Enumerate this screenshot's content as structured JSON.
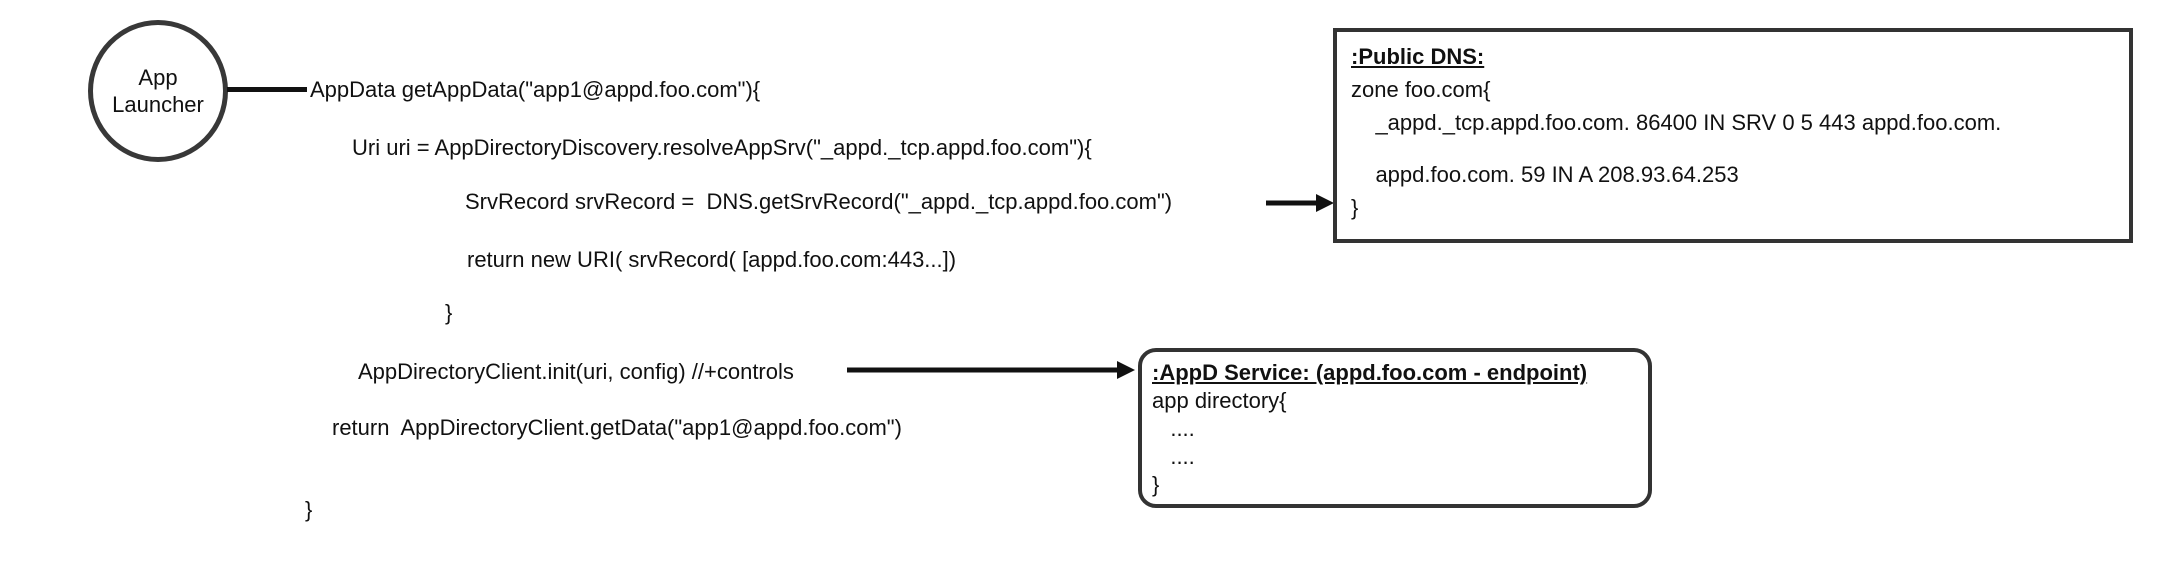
{
  "diagram": {
    "launcher": {
      "label": "App\nLauncher"
    },
    "code": {
      "lines": [
        "AppData getAppData(\"app1@appd.foo.com\"){",
        "Uri uri = AppDirectoryDiscovery.resolveAppSrv(\"_appd._tcp.appd.foo.com\"){",
        "SrvRecord srvRecord =  DNS.getSrvRecord(\"_appd._tcp.appd.foo.com\")",
        "return new URI( srvRecord( [appd.foo.com:443...])",
        "}",
        "AppDirectoryClient.init(uri, config) //+controls",
        "return  AppDirectoryClient.getData(\"app1@appd.foo.com\")",
        "}"
      ]
    },
    "public_dns_box": {
      "title": ":Public DNS:",
      "lines": [
        "zone foo.com{",
        "    _appd._tcp.appd.foo.com. 86400 IN SRV 0 5 443 appd.foo.com.",
        "",
        "    appd.foo.com. 59 IN A 208.93.64.253",
        "}"
      ]
    },
    "appd_service_box": {
      "title": ":AppD Service: (appd.foo.com - endpoint)",
      "lines": [
        "app directory{",
        "   ....",
        "   ....",
        "}"
      ]
    },
    "colors": {
      "border": "#333333",
      "text": "#111111",
      "background": "#ffffff"
    }
  }
}
